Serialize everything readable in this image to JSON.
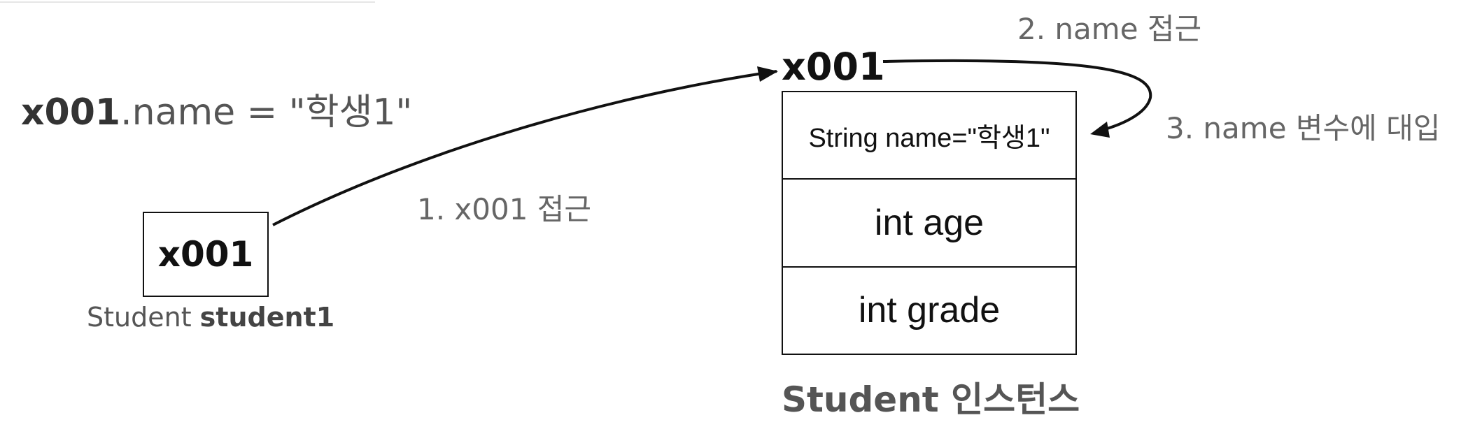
{
  "expression": {
    "ref": "x001",
    "rest": ".name = \"학생1\""
  },
  "variable": {
    "value": "x001",
    "type_label": "Student ",
    "name_label": "student1"
  },
  "steps": {
    "step1": "1. x001 접근",
    "step2": "2. name 접근",
    "step3": "3. name 변수에 대입"
  },
  "instance": {
    "address": "x001",
    "fields": [
      "String name=\"학생1\"",
      "int age",
      "int grade"
    ],
    "caption": "Student 인스턴스"
  }
}
